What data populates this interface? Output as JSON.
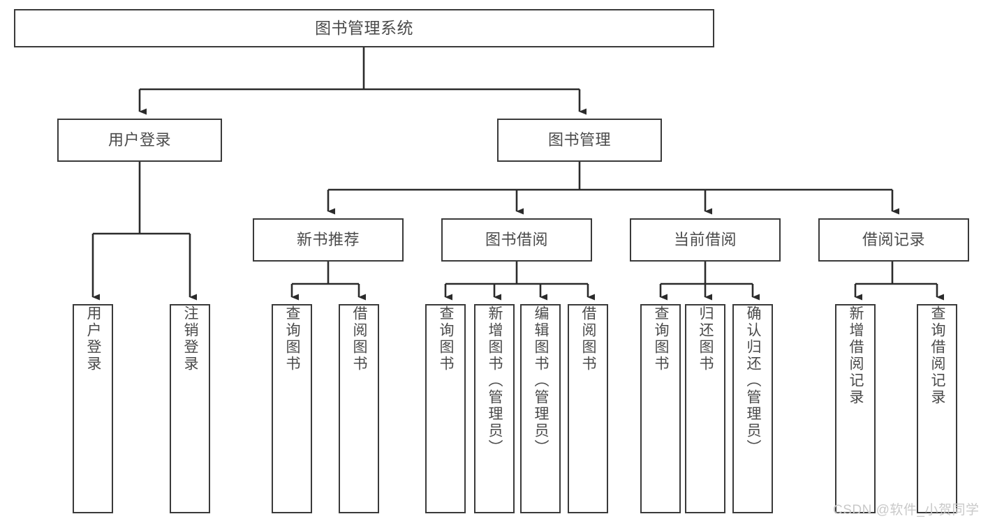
{
  "diagram": {
    "title": "图书管理系统",
    "type": "tree-hierarchy",
    "root": {
      "label": "图书管理系统"
    },
    "level2": [
      {
        "label": "用户登录"
      },
      {
        "label": "图书管理"
      }
    ],
    "level3": [
      {
        "label": "新书推荐"
      },
      {
        "label": "图书借阅"
      },
      {
        "label": "当前借阅"
      },
      {
        "label": "借阅记录"
      }
    ],
    "leaves": {
      "user_login": [
        {
          "label": "用户登录"
        },
        {
          "label": "注销登录"
        }
      ],
      "new_book_recommend": [
        {
          "label": "查询图书"
        },
        {
          "label": "借阅图书"
        }
      ],
      "book_borrow": [
        {
          "label": "查询图书"
        },
        {
          "label": "新增图书（管理员）"
        },
        {
          "label": "编辑图书（管理员）"
        },
        {
          "label": "借阅图书"
        }
      ],
      "current_borrow": [
        {
          "label": "查询图书"
        },
        {
          "label": "归还图书"
        },
        {
          "label": "确认归还（管理员）"
        }
      ],
      "borrow_record": [
        {
          "label": "新增借阅记录"
        },
        {
          "label": "查询借阅记录"
        }
      ]
    },
    "watermark": "CSDN @软件_小贺同学",
    "colors": {
      "box_border": "#3a3a3a",
      "text": "#4a4a4a",
      "background": "#ffffff",
      "connector": "#2b2b2b",
      "watermark": "#c9c9c9"
    }
  }
}
